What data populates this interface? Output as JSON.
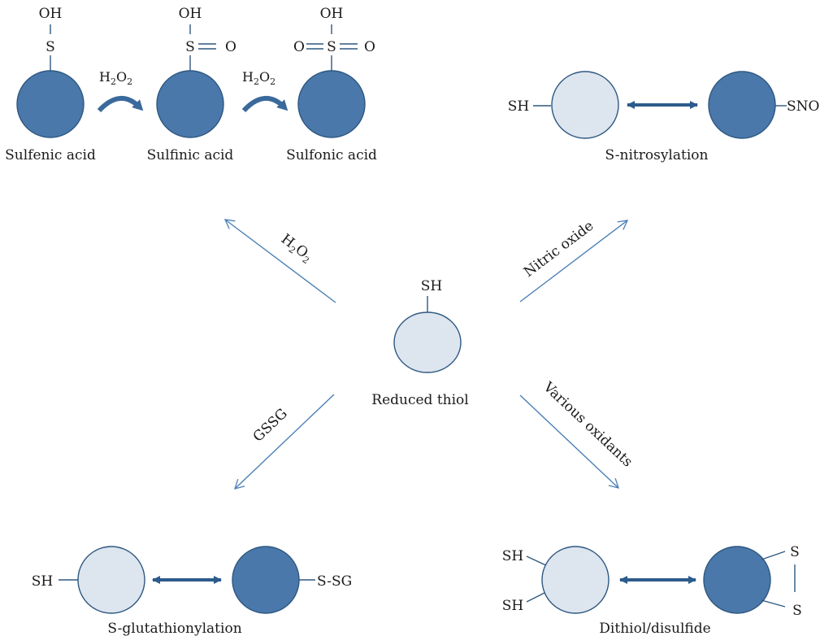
{
  "colors": {
    "reduced_fill": "#dde5ef",
    "oxidized_fill": "#4a78aa",
    "outline": "#2e5880",
    "arrow": "#4a7fb6",
    "double_arrow": "#2c5b8c",
    "text": "#1a1a1a"
  },
  "center": {
    "group_label": "SH",
    "caption": "Reduced thiol"
  },
  "sulfur_oxidation": {
    "oxidant_1": {
      "H": "H",
      "sub1": "2",
      "O": "O",
      "sub2": "2"
    },
    "oxidant_2": {
      "H": "H",
      "sub1": "2",
      "O": "O",
      "sub2": "2"
    },
    "sulfenic": {
      "oh": "OH",
      "s": "S",
      "caption": "Sulfenic acid"
    },
    "sulfinic": {
      "oh": "OH",
      "s": "S",
      "o_right": "O",
      "caption": "Sulfinic acid"
    },
    "sulfonic": {
      "oh": "OH",
      "s": "S",
      "o_left": "O",
      "o_right": "O",
      "caption": "Sulfonic acid"
    }
  },
  "nitrosylation": {
    "left_group": "SH",
    "right_group": "SNO",
    "caption": "S-nitrosylation"
  },
  "glutathionylation": {
    "left_group": "SH",
    "right_group": "S-SG",
    "caption": "S-glutathionylation"
  },
  "disulfide": {
    "sh_top": "SH",
    "sh_bottom": "SH",
    "s_top": "S",
    "s_bottom": "S",
    "caption": "Dithiol/disulfide"
  },
  "arrows": {
    "h2o2": {
      "H": "H",
      "sub1": "2",
      "O": "O",
      "sub2": "2"
    },
    "nitric_oxide": "Nitric oxide",
    "gssg": "GSSG",
    "various_oxidants": "Various oxidants"
  }
}
